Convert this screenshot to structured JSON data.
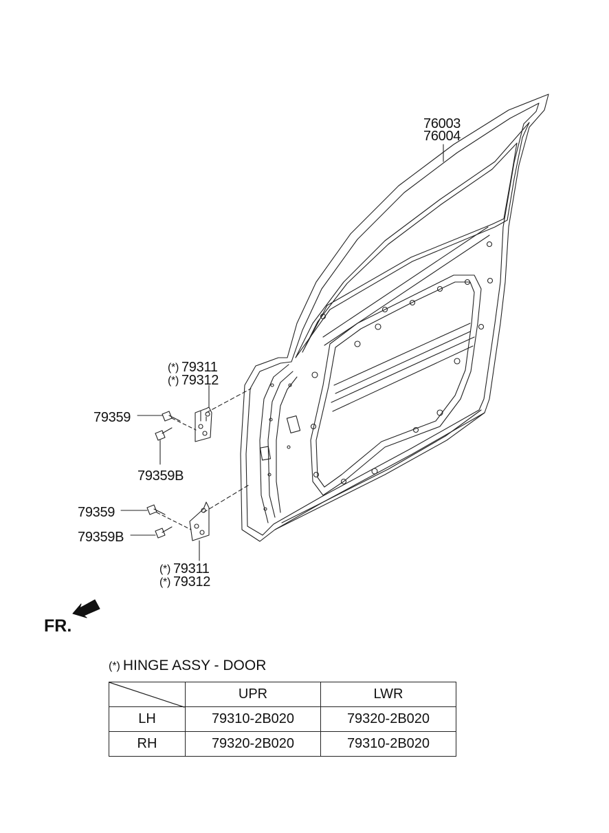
{
  "labels": {
    "door_panel_a": "76003",
    "door_panel_b": "76004",
    "upper_hinge_a": "79311",
    "upper_hinge_b": "79312",
    "upper_bolt_a": "79359",
    "upper_bolt_b": "79359B",
    "lower_bolt_a": "79359",
    "lower_bolt_b": "79359B",
    "lower_hinge_a": "79311",
    "lower_hinge_b": "79312",
    "asterisk": "(*)"
  },
  "front_indicator": "FR.",
  "table": {
    "title_marker": "(*)",
    "title": "HINGE ASSY - DOOR",
    "columns": [
      "",
      "UPR",
      "LWR"
    ],
    "rows": [
      {
        "side": "LH",
        "upr": "79310-2B020",
        "lwr": "79320-2B020"
      },
      {
        "side": "RH",
        "upr": "79320-2B020",
        "lwr": "79310-2B020"
      }
    ]
  }
}
